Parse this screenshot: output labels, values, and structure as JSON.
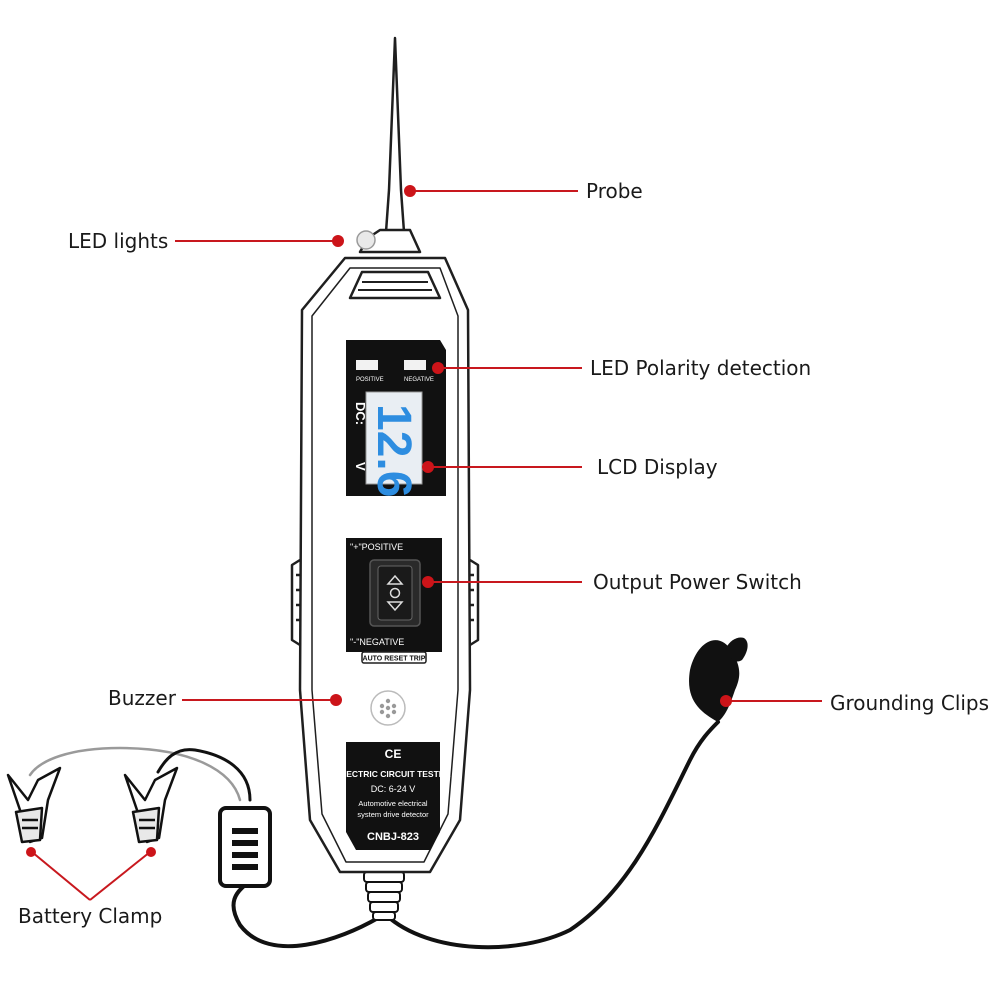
{
  "colors": {
    "leader_line": "#c8181e",
    "leader_dot": "#cc1419",
    "lcd_digits": "#2d8de0",
    "outline": "#1f1f1f",
    "cable": "#111111"
  },
  "callouts": {
    "probe": "Probe",
    "led_lights": "LED lights",
    "led_polarity": "LED Polarity detection",
    "lcd_display": "LCD Display",
    "output_power_switch": "Output Power Switch",
    "buzzer": "Buzzer",
    "grounding_clips": "Grounding Clips",
    "battery_clamp": "Battery Clamp"
  },
  "device": {
    "polarity_positive": "POSITIVE",
    "polarity_negative": "NEGATIVE",
    "lcd_prefix": "DC:",
    "lcd_value": "12.6",
    "lcd_unit": "V",
    "switch_positive": "\"+\"POSITIVE",
    "switch_negative": "\"-\"NEGATIVE",
    "auto_reset": "AUTO RESET TRIP",
    "cert_marks": "CE",
    "label_title": "ELECTRIC CIRCUIT TESTER",
    "label_range": "DC: 6-24 V",
    "label_desc_1": "Automotive electrical",
    "label_desc_2": "system drive detector",
    "label_model": "CNBJ-823"
  }
}
